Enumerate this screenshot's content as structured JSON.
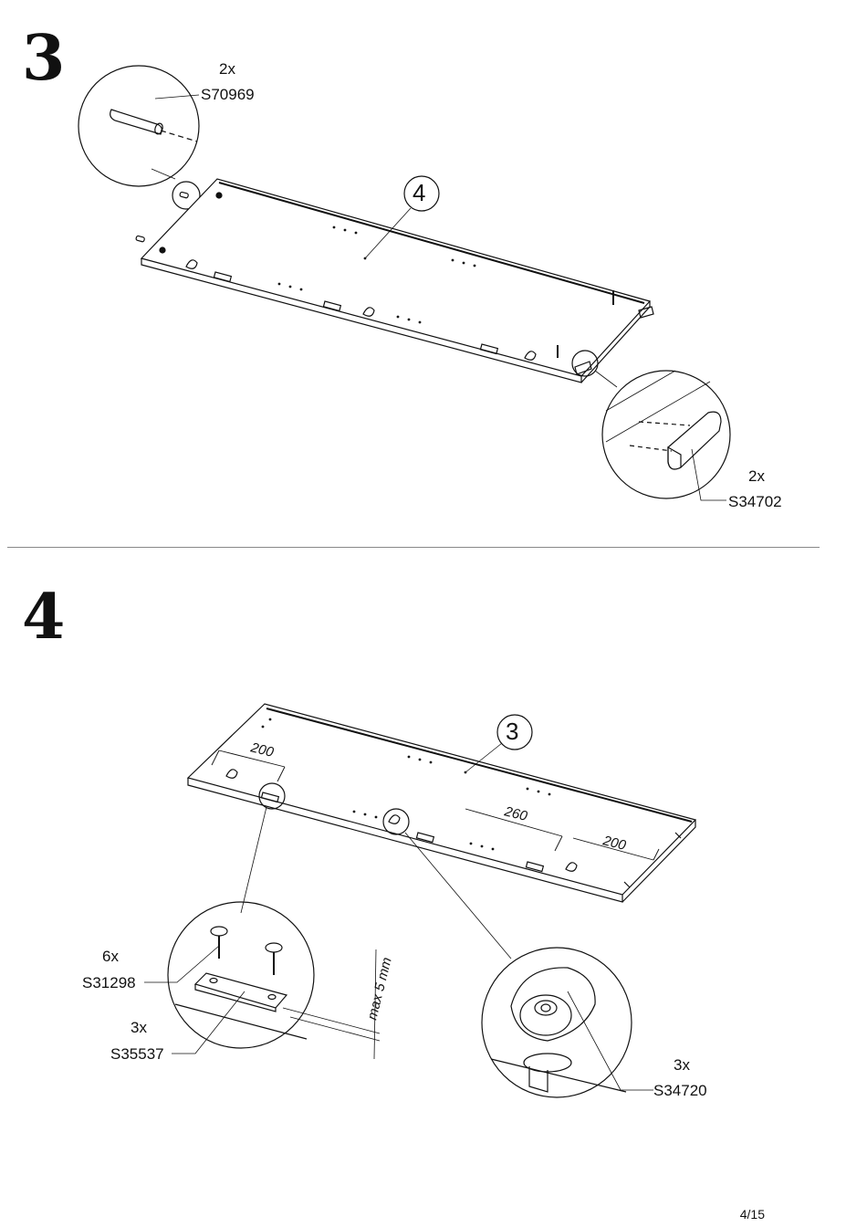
{
  "steps": [
    {
      "number": "3",
      "panel_label": "4",
      "callouts": [
        {
          "qty": "2x",
          "part": "S70969"
        },
        {
          "qty": "2x",
          "part": "S34702"
        }
      ]
    },
    {
      "number": "4",
      "panel_label": "3",
      "dimensions": [
        "200",
        "260",
        "200",
        "max 5 mm"
      ],
      "callouts": [
        {
          "qty": "6x",
          "part": "S31298"
        },
        {
          "qty": "3x",
          "part": "S35537"
        },
        {
          "qty": "3x",
          "part": "S34720"
        }
      ]
    }
  ],
  "page_number": "4/15"
}
